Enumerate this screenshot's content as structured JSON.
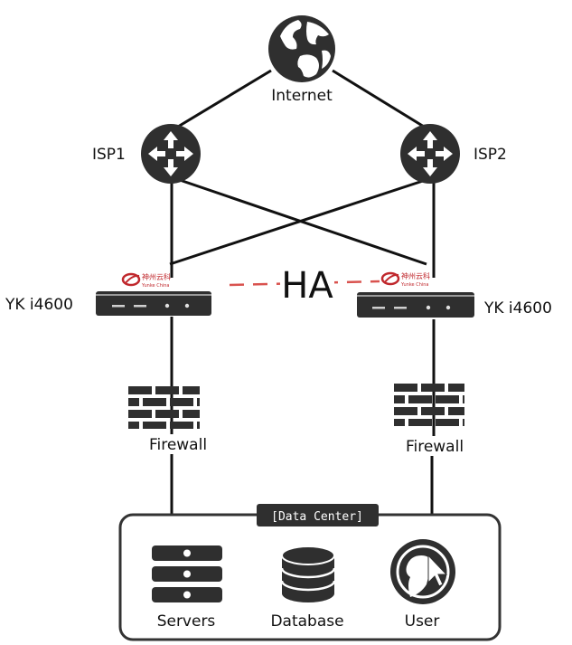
{
  "internet": {
    "label": "Internet"
  },
  "isp1": {
    "label": "ISP1"
  },
  "isp2": {
    "label": "ISP2"
  },
  "ha": {
    "label": "HA"
  },
  "lb_left": {
    "label": "YK i4600",
    "brand_cn": "神州云科",
    "brand_en": "Yunke China"
  },
  "lb_right": {
    "label": "YK i4600",
    "brand_cn": "神州云科",
    "brand_en": "Yunke China"
  },
  "fw_left": {
    "label": "Firewall"
  },
  "fw_right": {
    "label": "Firewall"
  },
  "datacenter": {
    "title": "[Data Center]",
    "servers": "Servers",
    "database": "Database",
    "user": "User"
  },
  "colors": {
    "line": "#111111",
    "device": "#2f2f2f",
    "ha_line": "#d9534f",
    "brand": "#c0282d"
  }
}
